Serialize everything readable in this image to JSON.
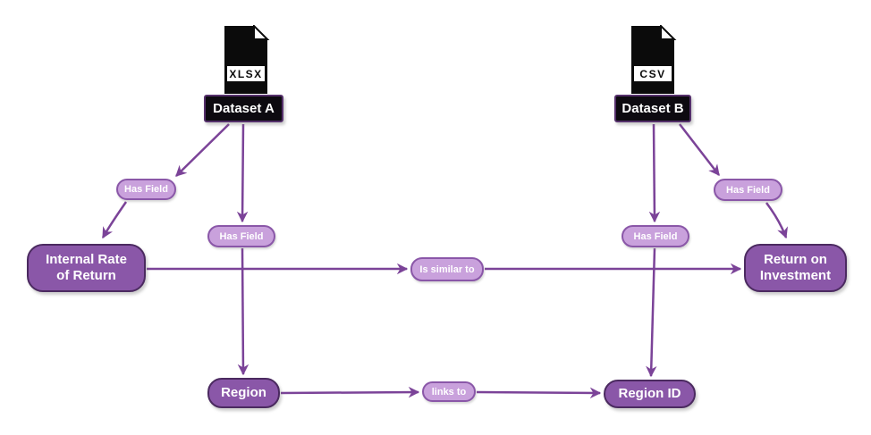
{
  "diagram": {
    "title": "dataset-field-relationship-diagram",
    "colors": {
      "background": "#ffffff",
      "entity_fill": "#8a57a8",
      "entity_border": "#4b2a60",
      "dataset_fill": "#0d0a10",
      "dataset_border": "#55306b",
      "pill_fill": "#c9a1dc",
      "pill_border": "#8a57a8",
      "edge": "#7b4398",
      "text": "#ffffff",
      "icon": "#0b0b0b"
    },
    "datasets": [
      {
        "id": "dataset-a",
        "label": "Dataset A",
        "file_type": "XLSX",
        "icon": "xlsx-file-icon"
      },
      {
        "id": "dataset-b",
        "label": "Dataset B",
        "file_type": "CSV",
        "icon": "csv-file-icon"
      }
    ],
    "fields": [
      {
        "id": "irr",
        "label": "Internal Rate of Return"
      },
      {
        "id": "roi",
        "label": "Return on Investment"
      },
      {
        "id": "region",
        "label": "Region"
      },
      {
        "id": "region-id",
        "label": "Region ID"
      }
    ],
    "edges": [
      {
        "from": "Dataset A",
        "label": "Has Field",
        "to": "Internal Rate of Return"
      },
      {
        "from": "Dataset A",
        "label": "Has Field",
        "to": "Region"
      },
      {
        "from": "Dataset B",
        "label": "Has Field",
        "to": "Region ID"
      },
      {
        "from": "Dataset B",
        "label": "Has Field",
        "to": "Return on Investment"
      },
      {
        "from": "Internal Rate of Return",
        "label": "Is similar to",
        "to": "Return on Investment"
      },
      {
        "from": "Region",
        "label": "links to",
        "to": "Region ID"
      }
    ]
  }
}
